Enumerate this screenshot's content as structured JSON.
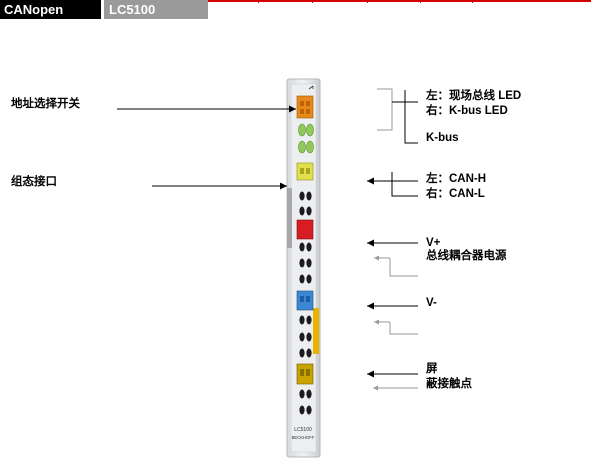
{
  "header": {
    "protocol_tab": "CANopen",
    "model_tab": "LC5100"
  },
  "left_labels": {
    "address_switch": "地址选择开关",
    "config_interface": "组态接口"
  },
  "right_labels": {
    "led_left": "左：现场总线 LED",
    "led_right": "右：K-bus LED",
    "kbus": "K-bus",
    "can_h": "左：CAN-H",
    "can_l": "右：CAN-L",
    "vplus": "V+",
    "bus_coupler_power": "总线耦合器电源",
    "vminus": "V-",
    "shield": "屏",
    "shield_contact": "蔽接触点"
  },
  "device": {
    "label_top": "LC5100",
    "label_bottom": "BECKHOFF"
  },
  "colors": {
    "header_black": "#000000",
    "header_gray": "#9a9a9a",
    "header_red": "#d40000",
    "orange": "#e8891a",
    "green": "#8fc95a",
    "yellow": "#dfe04a",
    "red_connector": "#d81c24",
    "blue": "#3b87d4",
    "gold": "#e8b400"
  }
}
